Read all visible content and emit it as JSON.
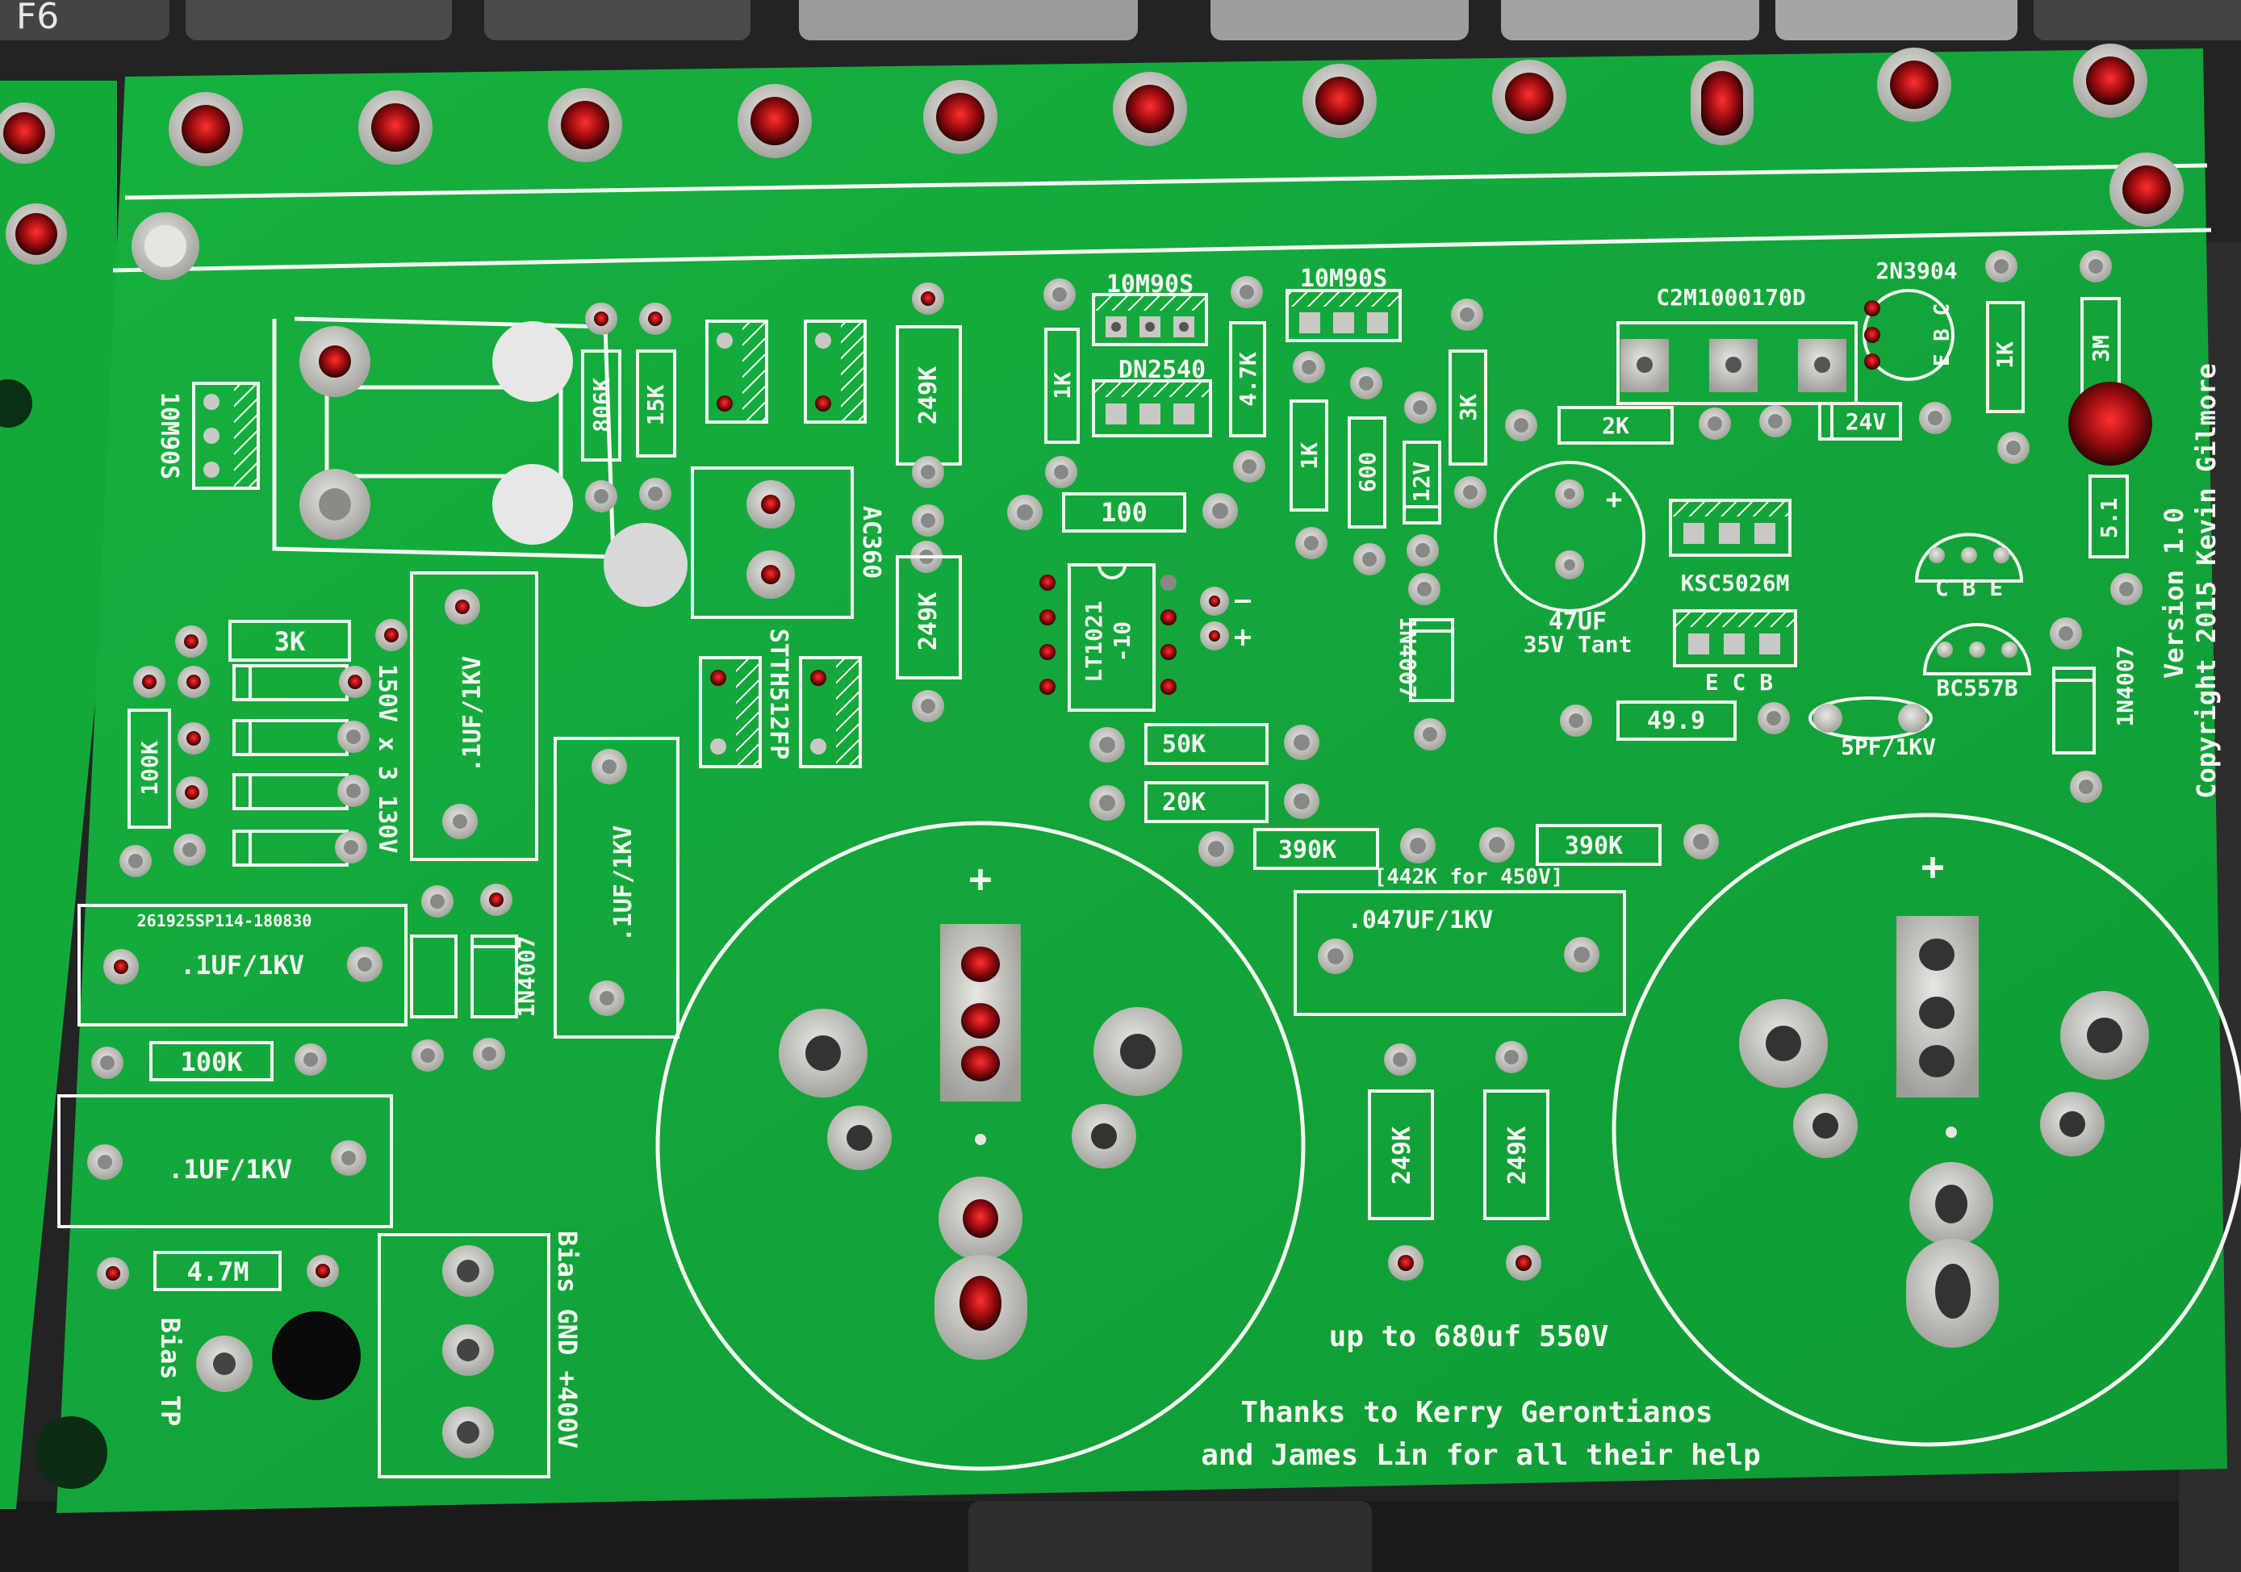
{
  "keyboard": {
    "key_labels": [
      "F6"
    ]
  },
  "colors": {
    "pcb_green": "#12a93a",
    "silkscreen": "#f4f7f2",
    "pad_tin": "#c9c9c4",
    "hole_red": "#c5181b",
    "background_keys": "#2a2a2a"
  },
  "silkscreen": {
    "reg_10m90s_left": "10M90S",
    "res_806k": "806K",
    "res_15k": "15K",
    "res_249k_a": "249K",
    "res_249k_b": "249K",
    "ac360": "AC360",
    "stth512fp": "STTH512FP",
    "reg_10m90s_top1": "10M90S",
    "dn2540": "DN2540",
    "reg_10m90s_top2": "10M90S",
    "res_1k_a": "1K",
    "res_47k": "4.7K",
    "res_100": "100",
    "lt1021_line1": "LT1021",
    "lt1021_line2": "-10",
    "c2m": "C2M1000170D",
    "res_1k_b": "1K",
    "res_600": "600",
    "zener_12v": "12V",
    "res_3k_a": "3K",
    "res_2k": "2K",
    "zener_24v": "24V",
    "q_2n3904": "2N3904",
    "ebc_2n3904": "E B C",
    "res_1k_c": "1K",
    "res_3m": "3M",
    "res_51": "5.1",
    "cap_47uf": "47UF",
    "cap_35v": "35V Tant",
    "ksc5026m": "KSC5026M",
    "ecb": "E C B",
    "cbe": "C B E",
    "bc557b": "BC557B",
    "d_1n4007_mid": "1N4007",
    "d_1n4007_right": "1N4007",
    "version": "Version 1.0",
    "copyright": "Copyright 2015 Kevin Gilmore",
    "res_499": "49.9",
    "cap_5pf": "5PF/1KV",
    "res_50k": "50K",
    "res_20k": "20K",
    "res_390k_a": "390K",
    "res_390k_b": "390K",
    "note_442k": "[442K for 450V]",
    "cap_047uf": ".047UF/1KV",
    "res_3k_b": "3K",
    "res_100k_v": "100K",
    "diodes_150v": "150V x 3 130V",
    "cap_1uf_a": ".1UF/1KV",
    "cap_1uf_b": ".1UF/1KV",
    "cap_1uf_c": ".1UF/1KV",
    "cap_1uf_d": ".1UF/1KV",
    "part_code": "261925SP114-180830",
    "d_1n4007_left": "1N4007",
    "res_100k_h": "100K",
    "res_47m": "4.7M",
    "bias_tp": "Bias TP",
    "bias_gnd": "Bias GND +400V",
    "plus_left": "+",
    "plus_right": "+",
    "cap_note": "up to 680uf 550V",
    "thanks_1": "Thanks to Kerry Gerontianos",
    "thanks_2": "and James Lin for all their help",
    "tant_plus": "+"
  }
}
